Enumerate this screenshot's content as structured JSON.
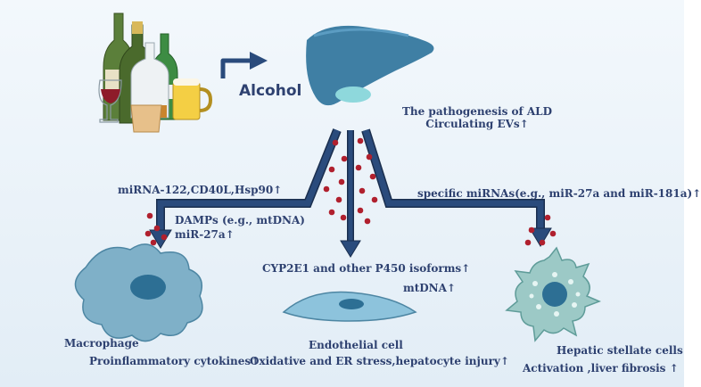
{
  "top": {
    "alcohol_label": "Alcohol",
    "pathogenesis_line1": "The pathogenesis of ALD",
    "pathogenesis_line2": "Circulating EVs↑"
  },
  "left_branch": {
    "signal_label": "miRNA-122,CD40L,Hsp90↑",
    "cargo_line1": "DAMPs (e.g., mtDNA)",
    "cargo_line2": "miR-27a↑",
    "cell_name": "Macrophage",
    "effect": "Proinflammatory cytokines↑"
  },
  "center_branch": {
    "signal_label": "CYP2E1 and other P450 isoforms↑",
    "cargo_label": "mtDNA↑",
    "cell_name": "Endothelial cell",
    "effect": "Oxidative and ER stress,hepatocyte injury↑"
  },
  "right_branch": {
    "signal_label": "specific miRNAs(e.g., miR-27a and miR-181a)↑",
    "cell_name": "Hepatic stellate cells",
    "effect": "Activation ,liver fibrosis ↑"
  },
  "icons": {
    "bottles": "alcoholic-drinks-icon",
    "liver": "liver-icon",
    "vesicles": "extracellular-vesicle-dots",
    "macrophage": "macrophage-cell-icon",
    "endothelial": "endothelial-cell-icon",
    "stellate": "hepatic-stellate-cell-icon"
  },
  "colors": {
    "arrow_fill": "#2a4b7c",
    "arrow_outline": "#1b2f4f",
    "liver": "#3f7fa4",
    "gallbladder": "#8ed8dc",
    "vesicle": "#b0202e",
    "cell_body": "#7fb0c8",
    "nucleus": "#2d6f94",
    "stellate_body": "#9cc9c6",
    "text": "#2e4170"
  }
}
